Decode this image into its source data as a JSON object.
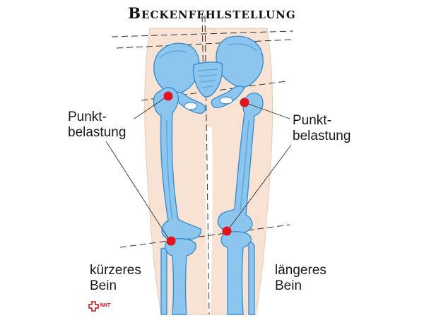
{
  "title": "Beckenfehlstellung",
  "labels": {
    "left_point_load": [
      "Punkt-",
      "belastung"
    ],
    "right_point_load": [
      "Punkt-",
      "belastung"
    ],
    "short_leg": [
      "kürzeres",
      "Bein"
    ],
    "long_leg": [
      "längeres",
      "Bein"
    ]
  },
  "logo_text": "NMT",
  "colors": {
    "bone_fill": "#8cc6ee",
    "bone_stroke": "#3c8fcf",
    "bone_shade": "#5fa8e0",
    "skin": "#f8e2d4",
    "point": "#e0141e",
    "lines": "#333333"
  }
}
